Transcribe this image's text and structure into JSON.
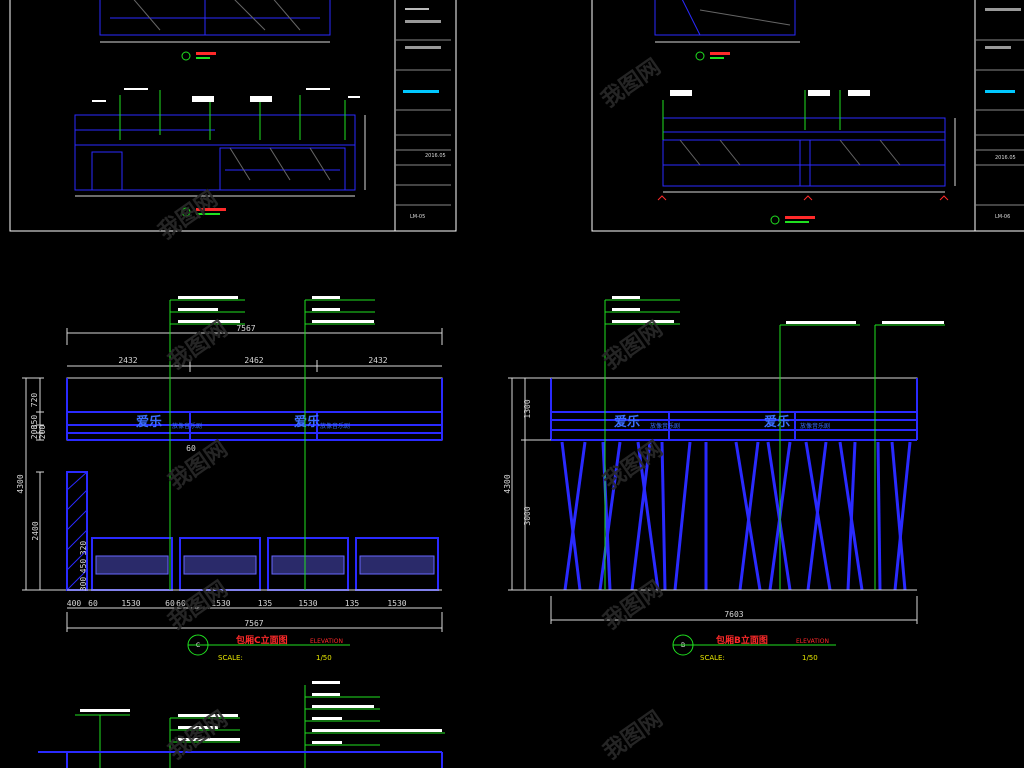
{
  "watermark": {
    "text": "我图网"
  },
  "sheets": {
    "left": {
      "date": "2016.05",
      "sheet_no": "LM-05"
    },
    "right": {
      "date": "2016.05",
      "sheet_no": "LM-06"
    }
  },
  "elevation_c": {
    "overall_width": "7567",
    "bottom_total": "7567",
    "top_dims": [
      "2432",
      "2462",
      "2432"
    ],
    "left_dims": [
      "720",
      "350",
      "200",
      "200"
    ],
    "total_height": "4300",
    "lower_height": "2400",
    "seat_dims": [
      "320",
      "450",
      "300"
    ],
    "bottom_dims": [
      "400",
      "60",
      "1530",
      "60",
      "60",
      "1530",
      "135",
      "1530",
      "135",
      "1530"
    ],
    "center_mark": "60",
    "sign_text": "爱乐",
    "sign_sub": "放像音乐剧",
    "circle_label": "C",
    "title": "包厢C立面图",
    "elevation_word": "ELEVATION",
    "scale_word": "SCALE:",
    "scale_value": "1/50"
  },
  "elevation_b": {
    "overall_width": "7603",
    "total_height": "4300",
    "upper_height": "1300",
    "lower_height": "3000",
    "sign_text": "爱乐",
    "sign_sub": "放像音乐剧",
    "circle_label": "B",
    "title": "包厢B立面图",
    "elevation_word": "ELEVATION",
    "scale_word": "SCALE:",
    "scale_value": "1/50"
  },
  "colors": {
    "line": "#2a2aff",
    "dim": "#d8d8d8",
    "leader": "#20e020",
    "title": "#ff2a2a",
    "accent": "#00c8ff"
  }
}
